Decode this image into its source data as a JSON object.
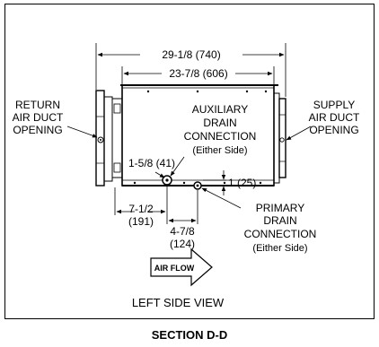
{
  "dimensions": {
    "overall_width": "29-1/8 (740)",
    "inner_width": "23-7/8 (606)",
    "drain_height": "1-5/8 (41)",
    "bottom_offset": "1 (25)",
    "left_offset_a": "7-1/2",
    "left_offset_b": "(191)",
    "drain_offset_a": "4-7/8",
    "drain_offset_b": "(124)"
  },
  "labels": {
    "return_line1": "RETURN",
    "return_line2": "AIR DUCT",
    "return_line3": "OPENING",
    "supply_line1": "SUPPLY",
    "supply_line2": "AIR DUCT",
    "supply_line3": "OPENING",
    "aux_line1": "AUXILIARY",
    "aux_line2": "DRAIN",
    "aux_line3": "CONNECTION",
    "aux_line4": "(Either Side)",
    "primary_line1": "PRIMARY",
    "primary_line2": "DRAIN",
    "primary_line3": "CONNECTION",
    "primary_line4": "(Either Side)",
    "air_flow": "AIR FLOW",
    "view_caption": "LEFT SIDE VIEW",
    "section_title": "SECTION D-D"
  }
}
